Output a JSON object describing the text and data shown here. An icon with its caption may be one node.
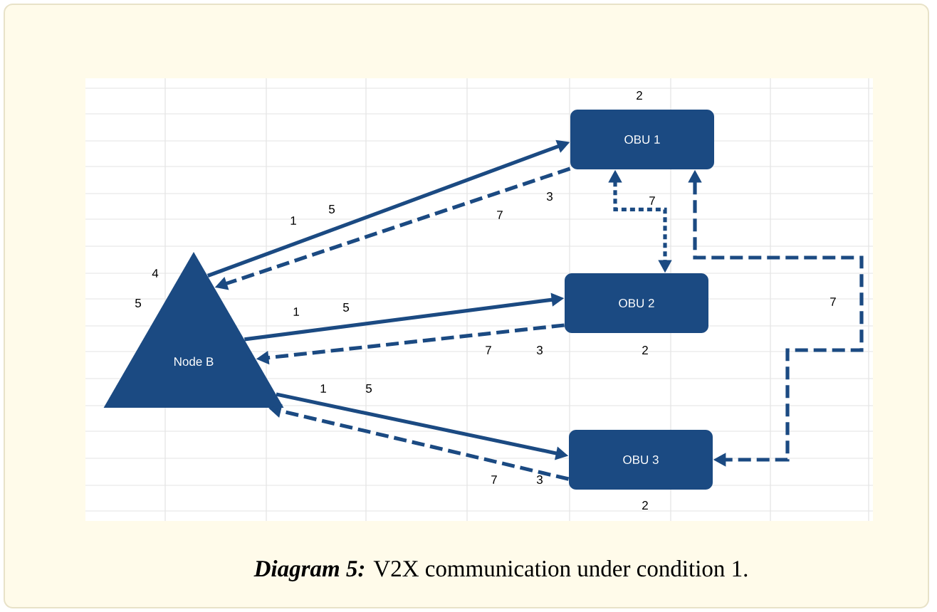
{
  "diagram": {
    "caption": "**Diagram 5:** V2X communication under condition 1.",
    "nodes": [
      {
        "text": [
          "Node B"
        ]
      },
      {
        "text": [
          "OBU 1"
        ]
      },
      {
        "text": [
          "OBU 2"
        ]
      },
      {
        "text": [
          "OBU 3"
        ]
      }
    ],
    "edges": [
      {
        "from": 0,
        "to": 1,
        "arrow": "to"
      },
      {
        "from": 1,
        "to": 0,
        "arrow": "to",
        "style": "dashed"
      },
      {
        "from": 0,
        "to": 2,
        "arrow": "to"
      },
      {
        "from": 2,
        "to": 0,
        "arrow": "to",
        "style": "dashed"
      },
      {
        "from": 0,
        "to": 3,
        "arrow": "to"
      },
      {
        "from": 3,
        "to": 0,
        "arrow": "to",
        "style": "dashed"
      },
      {
        "from": 1,
        "to": 2,
        "arrow": "both",
        "style": "dashed"
      },
      {
        "from": 1,
        "to": 3,
        "arrow": "both",
        "style": "dashed"
      }
    ],
    "labels": [
      "2",
      "3",
      "7",
      "5",
      "7",
      "1",
      "4",
      "5",
      "5",
      "1",
      "7",
      "7",
      "3",
      "2",
      "1",
      "5",
      "7",
      "3",
      "2"
    ]
  }
}
